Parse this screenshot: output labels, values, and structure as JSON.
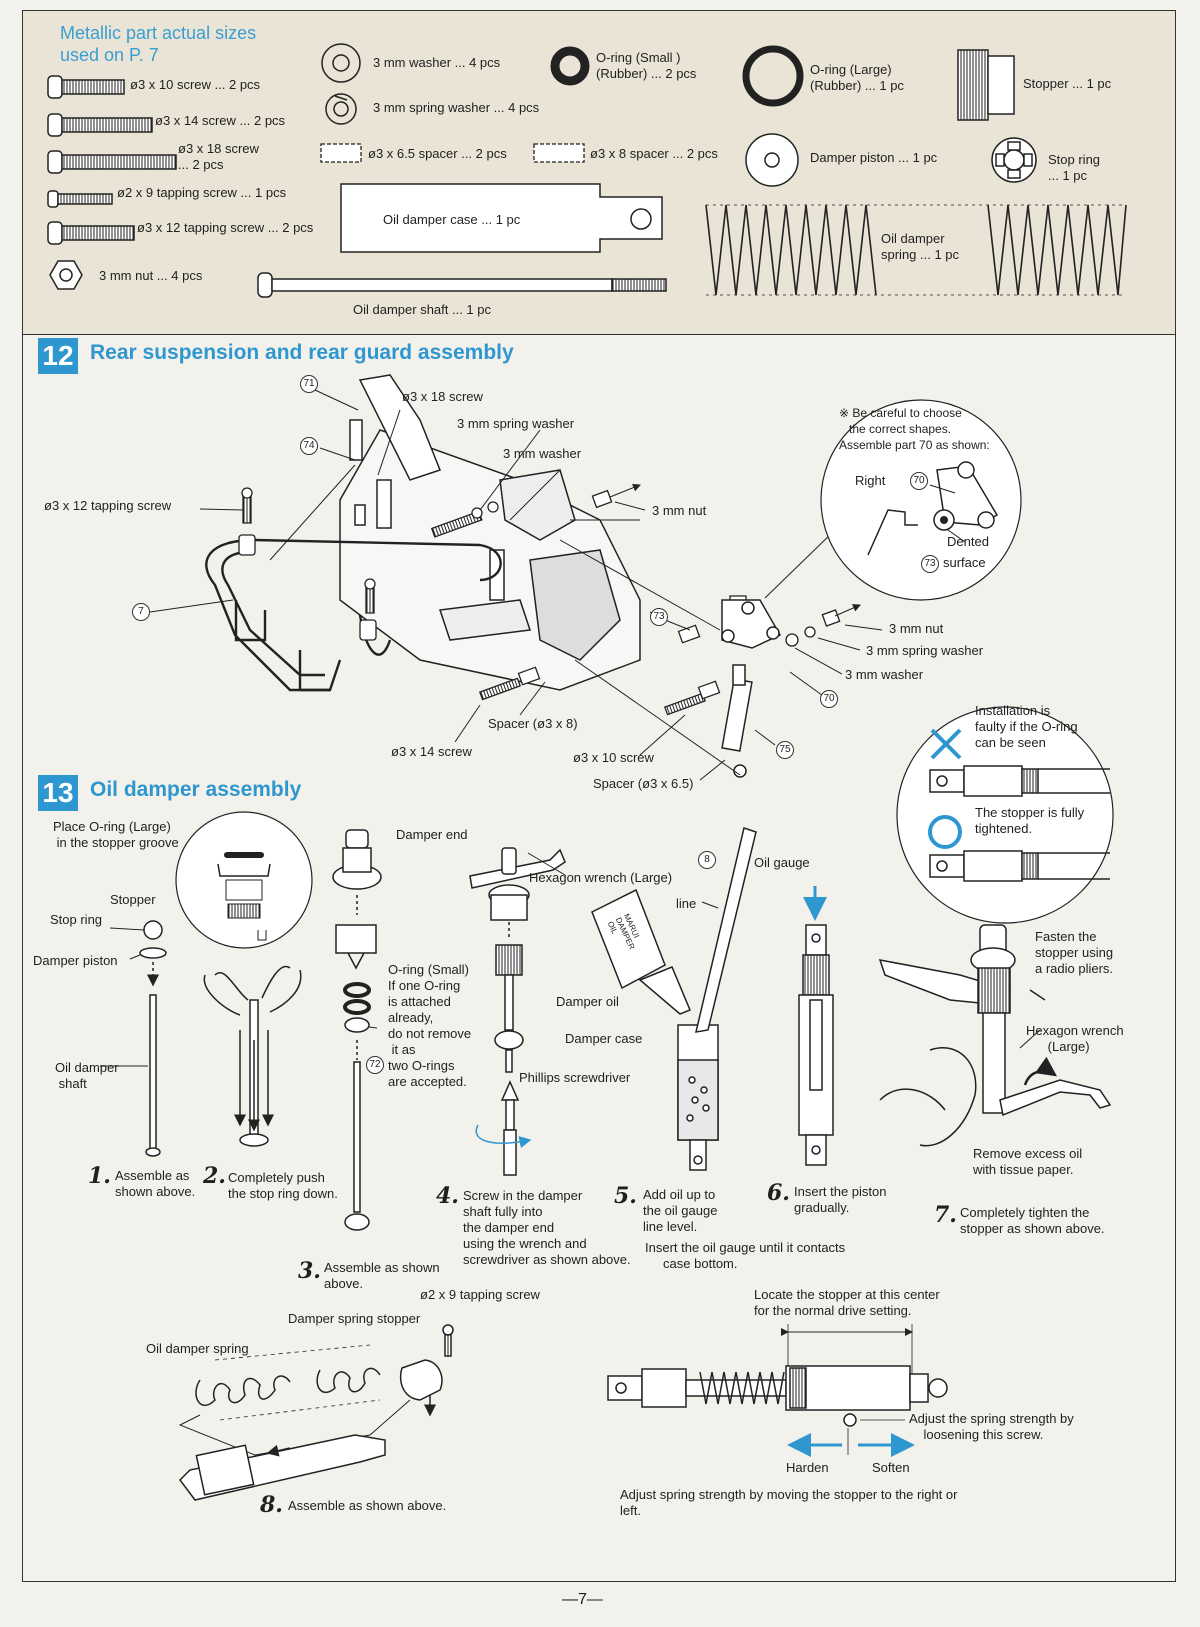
{
  "parts": {
    "title": "Metallic part actual sizes\nused on P. 7",
    "screw_3x10": "ø3 x 10 screw ... 2 pcs",
    "screw_3x14": "ø3 x 14 screw ... 2 pcs",
    "screw_3x18": "ø3 x 18 screw\n... 2 pcs",
    "tap_2x9": "ø2 x 9 tapping screw ... 1 pcs",
    "tap_3x12": "ø3 x 12 tapping screw ... 2 pcs",
    "nut_3": "3 mm nut ... 4 pcs",
    "washer_3": "3 mm washer ... 4 pcs",
    "spring_washer_3": "3 mm spring washer ... 4 pcs",
    "spacer_65": "ø3 x 6.5 spacer ... 2 pcs",
    "spacer_8": "ø3 x 8 spacer ... 2 pcs",
    "oring_small": "O-ring (Small )\n(Rubber) ... 2 pcs",
    "oring_large": "O-ring (Large)\n(Rubber) ... 1 pc",
    "stopper": "Stopper ... 1 pc",
    "damper_piston": "Damper piston ... 1 pc",
    "stop_ring": "Stop ring\n... 1 pc",
    "damper_case": "Oil damper case ... 1 pc",
    "damper_spring": "Oil damper\nspring ... 1 pc",
    "damper_shaft": "Oil damper shaft ... 1 pc"
  },
  "s12": {
    "num": "12",
    "title": "Rear suspension and rear guard assembly",
    "screw18": "ø3 x 18 screw",
    "sw1": "3 mm spring washer",
    "w1": "3 mm washer",
    "tap12": "ø3 x 12 tapping screw",
    "nut1": "3 mm nut",
    "nut2": "3 mm nut",
    "sw2": "3 mm spring washer",
    "w2": "3 mm washer",
    "spacer8": "Spacer (ø3 x 8)",
    "screw14": "ø3 x 14 screw",
    "screw10": "ø3 x 10 screw",
    "spacer65": "Spacer (ø3 x 6.5)",
    "note": "※ Be careful to choose\n   the correct shapes.\nAssemble part 70 as shown:",
    "right": "Right",
    "dented": "Dented",
    "surface": "surface",
    "p71": "71",
    "p74": "74",
    "p7": "7",
    "p73a": "73",
    "p73b": "73",
    "p70a": "70",
    "p70b": "70",
    "p75": "75"
  },
  "s13": {
    "num": "13",
    "title": "Oil damper assembly",
    "place_oring": "Place O-ring (Large)\n in the stopper groove",
    "stopper": "Stopper",
    "stop_ring": "Stop ring",
    "damper_piston": "Damper piston",
    "shaft": "Oil damper\n shaft",
    "damper_end": "Damper end",
    "oring_small": "O-ring (Small)\nIf one O-ring\nis attached\nalready,\ndo not remove\n it as\ntwo O-rings\nare accepted.",
    "p72": "72",
    "hex_wrench": "Hexagon wrench (Large)",
    "phillips": "Phillips screwdriver",
    "damper_oil": "Damper oil",
    "bottle_text": "MARUI\nDAMPER\nOIL",
    "damper_case": "Damper case",
    "oil_gauge": "Oil gauge",
    "p8": "8",
    "line": "line",
    "faulty": "Installation is\nfaulty if the O-ring\ncan be seen",
    "fully": "The stopper is fully\ntightened.",
    "fasten": "Fasten the\nstopper using\na radio pliers.",
    "hex_wrench2": "Hexagon wrench\n      (Large)",
    "remove_oil": "Remove excess oil\nwith tissue paper.",
    "step1n": "1.",
    "step1": "Assemble as\nshown above.",
    "step2n": "2.",
    "step2": "Completely push\nthe stop ring down.",
    "step3n": "3.",
    "step3": "Assemble as shown\nabove.",
    "step4n": "4.",
    "step4": "Screw in the damper\nshaft fully into\nthe damper end\nusing the wrench and\nscrewdriver as shown above.",
    "step5n": "5.",
    "step5": "Add oil up to\nthe oil gauge\nline level.",
    "step5b": "Insert the oil gauge until it contacts\n     case bottom.",
    "step6n": "6.",
    "step6": "Insert the piston\ngradually.",
    "step7n": "7.",
    "step7": "Completely tighten the\nstopper as shown above.",
    "tap29": "ø2 x 9 tapping screw",
    "spring_stopper": "Damper spring stopper",
    "oil_spring": "Oil damper spring",
    "step8n": "8.",
    "step8": "Assemble as shown above.",
    "locate": "Locate the stopper at this center\nfor the normal drive setting.",
    "adjust_screw": "Adjust the spring strength by\n    loosening this screw.",
    "harden": "Harden",
    "soften": "Soften",
    "adjust_note": "Adjust spring strength by moving the stopper to the right or\nleft."
  },
  "page_number": "—7—",
  "colors": {
    "accent": "#2f97cf",
    "header_bg": "#e9e4d6"
  }
}
